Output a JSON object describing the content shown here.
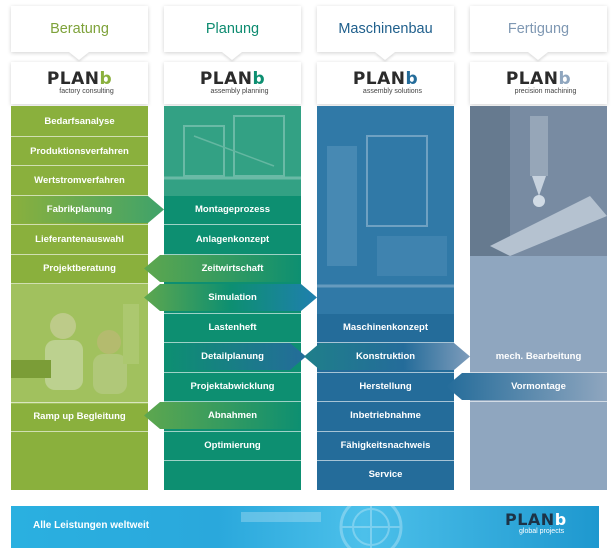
{
  "colors": {
    "beratung": "#8ab03d",
    "planung": "#0d8f71",
    "maschinenbau": "#246c9a",
    "fertigung": "#8fa6bf"
  },
  "columns": [
    {
      "title": "Beratung",
      "logo_word": "PLAN",
      "logo_b": "b",
      "logo_sub": "factory consulting"
    },
    {
      "title": "Planung",
      "logo_word": "PLAN",
      "logo_b": "b",
      "logo_sub": "assembly planning"
    },
    {
      "title": "Maschinenbau",
      "logo_word": "PLAN",
      "logo_b": "b",
      "logo_sub": "assembly solutions"
    },
    {
      "title": "Fertigung",
      "logo_word": "PLAN",
      "logo_b": "b",
      "logo_sub": "precision machining"
    }
  ],
  "beratung": {
    "bedarfsanalyse": "Bedarfsanalyse",
    "produktionsverfahren": "Produktionsverfahren",
    "wertstromverfahren": "Wertstromverfahren",
    "fabrikplanung": "Fabrikplanung",
    "lieferantenauswahl": "Lieferantenauswahl",
    "projektberatung": "Projektberatung",
    "ramp_up": "Ramp up Begleitung"
  },
  "planung": {
    "montageprozess": "Montageprozess",
    "anlagenkonzept": "Anlagenkonzept",
    "zeitwirtschaft": "Zeitwirtschaft",
    "simulation": "Simulation",
    "lastenheft": "Lastenheft",
    "detailplanung": "Detailplanung",
    "projektabwicklung": "Projektabwicklung",
    "abnahmen": "Abnahmen",
    "optimierung": "Optimierung"
  },
  "maschinenbau": {
    "maschinenkonzept": "Maschinenkonzept",
    "konstruktion": "Konstruktion",
    "herstellung": "Herstellung",
    "inbetriebnahme": "Inbetriebnahme",
    "faehigkeitsnachweis": "Fähigkeitsnachweis",
    "service": "Service"
  },
  "fertigung": {
    "mech_bearbeitung": "mech. Bearbeitung",
    "vormontage": "Vormontage"
  },
  "footer": {
    "text": "Alle Leistungen weltweit",
    "logo_word": "PLAN",
    "logo_b": "b",
    "logo_sub": "global projects"
  }
}
